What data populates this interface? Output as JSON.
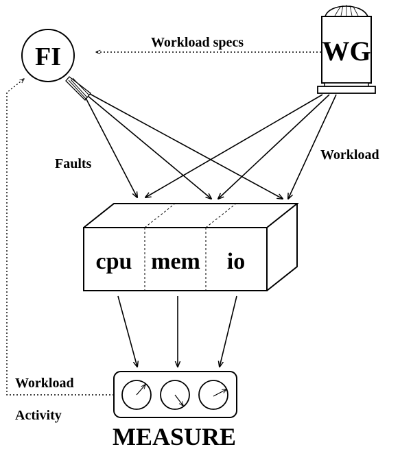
{
  "nodes": {
    "fault_injector": "FI",
    "workload_generator": "WG",
    "cpu": "cpu",
    "mem": "mem",
    "io": "io",
    "measure": "MEASURE"
  },
  "edges": {
    "workload_specs": "Workload specs",
    "faults": "Faults",
    "workload": "Workload",
    "workload_activity_line1": "Workload",
    "workload_activity_line2": "Activity"
  },
  "gauges": [
    {
      "name": "gauge-cpu"
    },
    {
      "name": "gauge-mem"
    },
    {
      "name": "gauge-io"
    }
  ],
  "colors": {
    "ink": "#000000",
    "background": "#ffffff"
  }
}
